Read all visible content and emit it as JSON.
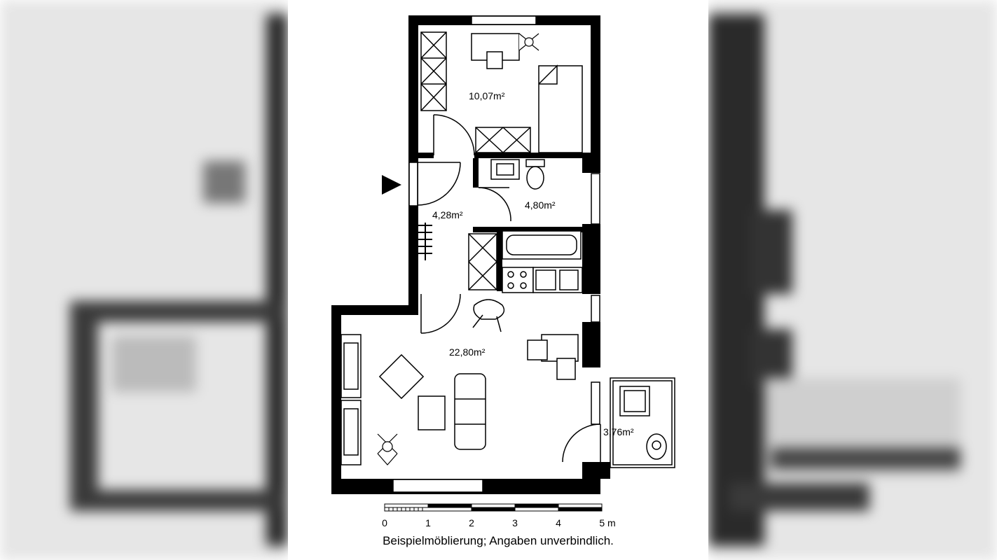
{
  "rooms": {
    "bedroom_area": "10,07m²",
    "bath_area": "4,80m²",
    "hall_area": "4,28m²",
    "living_area": "22,80m²",
    "balcony_area": "3,76m²"
  },
  "scale": {
    "labels": [
      "0",
      "1",
      "2",
      "3",
      "4",
      "5 m"
    ]
  },
  "caption": "Beispielmöblierung; Angaben unverbindlich.",
  "colors": {
    "ink": "#000000",
    "paper": "#ffffff",
    "blur_dark": "#3a3a3a"
  },
  "icons": [
    "entrance-arrow-icon",
    "plant-icon"
  ]
}
